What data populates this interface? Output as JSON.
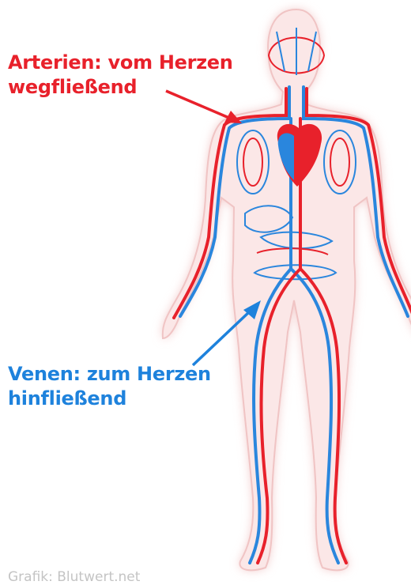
{
  "labels": {
    "arteries": {
      "line1": "Arterien: vom Herzen",
      "line2": "wegfließend",
      "color": "#e8212b"
    },
    "veins": {
      "line1": "Venen: zum Herzen",
      "line2": "hinfließend",
      "color": "#1e82dc"
    }
  },
  "credit": "Grafik: Blutwert.net",
  "colors": {
    "artery": "#e8212b",
    "vein": "#2a86dd",
    "body_fill": "#f8dcdc",
    "body_glow": "#f3c9c9",
    "credit_text": "#c4c4c4"
  }
}
